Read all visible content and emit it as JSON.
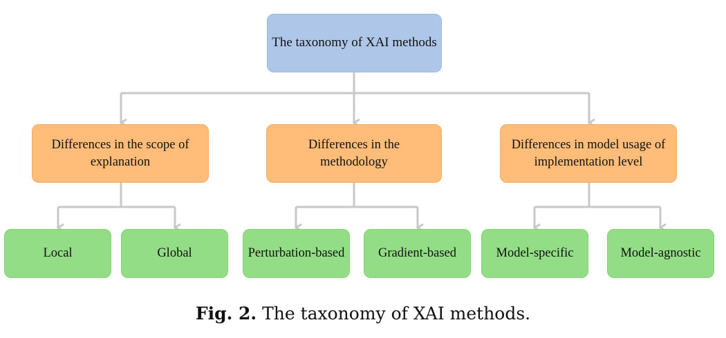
{
  "root": "The taxonomy of XAI methods",
  "categories": [
    {
      "label": "Differences in the scope of explanation",
      "children": [
        "Local",
        "Global"
      ]
    },
    {
      "label": "Differences in the methodology",
      "children": [
        "Perturbation-based",
        "Gradient-based"
      ]
    },
    {
      "label": "Differences in model usage of implementation level",
      "children": [
        "Model-specific",
        "Model-agnostic"
      ]
    }
  ],
  "caption": {
    "label": "Fig. 2.",
    "text": "The taxonomy of XAI methods."
  },
  "colors": {
    "root_fill": "#aec6e8",
    "category_fill": "#ffbd79",
    "leaf_fill": "#92dd85",
    "connector": "#c8c8c8"
  }
}
